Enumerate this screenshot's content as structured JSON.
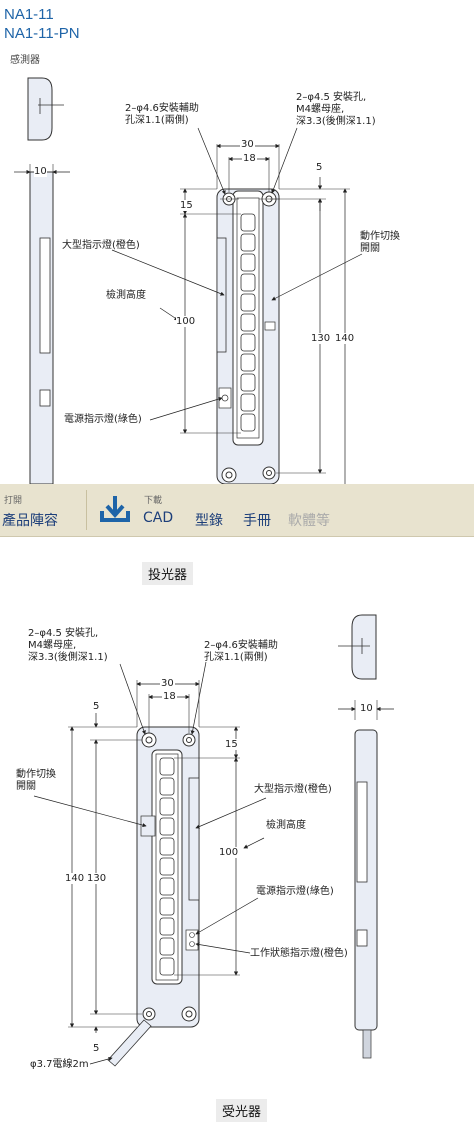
{
  "header": {
    "model1": "NA1-11",
    "model2": "NA1-11-PN",
    "sensor_label": "感測器"
  },
  "emitter": {
    "callout_mount_aux": "2–φ4.6安裝輔助\n孔深1.1(兩側)",
    "callout_mount_hole": "2–φ4.5 安裝孔,\nM4螺母座,\n深3.3(後側深1.1)",
    "dim_10": "10",
    "dim_30": "30",
    "dim_18": "18",
    "dim_5": "5",
    "dim_15": "15",
    "dim_100": "100",
    "dim_130": "130",
    "dim_140": "140",
    "label_large_indicator": "大型指示燈(橙色)",
    "label_detect_height": "檢測高度",
    "label_switch": "動作切換\n開關",
    "label_power_indicator": "電源指示燈(綠色)",
    "caption": "投光器"
  },
  "toolbar": {
    "left_small": "打開",
    "left_big": "產品陣容",
    "download_small": "下載",
    "items": [
      "CAD",
      "型錄",
      "手冊",
      "軟體等"
    ],
    "download_icon": "download-icon"
  },
  "receiver": {
    "callout_mount_hole": "2–φ4.5 安裝孔,\nM4螺母座,\n深3.3(後側深1.1)",
    "callout_mount_aux": "2–φ4.6安裝輔助\n孔深1.1(兩側)",
    "dim_5_top": "5",
    "dim_30": "30",
    "dim_18": "18",
    "dim_15": "15",
    "dim_10": "10",
    "dim_100": "100",
    "dim_140": "140",
    "dim_130": "130",
    "dim_5_bottom": "5",
    "label_switch": "動作切換\n開關",
    "label_large_indicator": "大型指示燈(橙色)",
    "label_detect_height": "檢測高度",
    "label_power_indicator": "電源指示燈(綠色)",
    "label_work_indicator": "工作狀態指示燈(橙色)",
    "label_cable": "φ3.7電線2m",
    "caption": "受光器"
  }
}
